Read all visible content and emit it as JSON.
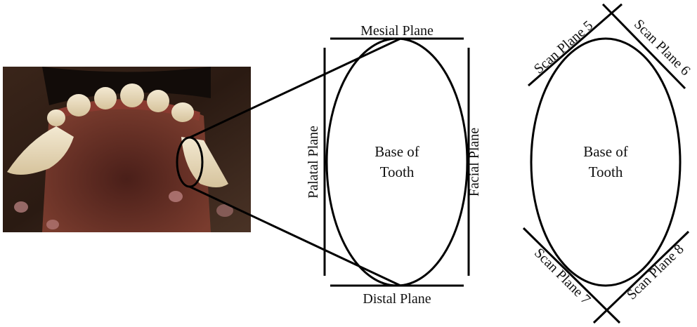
{
  "photo": {
    "subject": "canine upper jaw photograph with highlighted tooth",
    "colors": {
      "background_dark": "#2a1a12",
      "gum": "#5a2a22",
      "palate": "#6b3528",
      "tooth": "#e9dcc0",
      "tooth_shadow": "#cbb890"
    }
  },
  "diagram_left": {
    "center_line1": "Base of",
    "center_line2": "Tooth",
    "planes": {
      "top": "Mesial Plane",
      "bottom": "Distal Plane",
      "left": "Palatal Plane",
      "right": "Facial Plane"
    }
  },
  "diagram_right": {
    "center_line1": "Base of",
    "center_line2": "Tooth",
    "planes": {
      "top_left": "Scan Plane 5",
      "top_right": "Scan Plane 6",
      "bottom_left": "Scan Plane 7",
      "bottom_right": "Scan Plane 8"
    }
  },
  "colors": {
    "stroke": "#000000",
    "text": "#111111"
  }
}
